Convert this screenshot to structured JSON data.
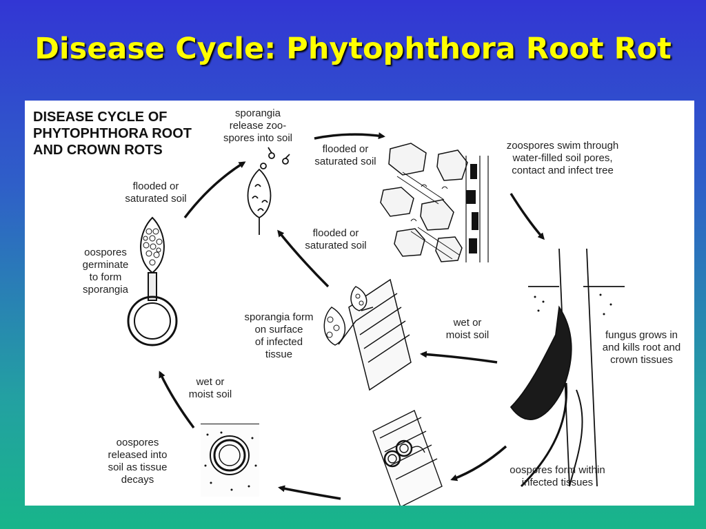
{
  "slide": {
    "title": "Disease Cycle: Phytophthora Root Rot"
  },
  "diagram": {
    "heading": "DISEASE CYCLE OF\nPHYTOPHTHORA ROOT\nAND CROWN ROTS",
    "labels": {
      "sporangia_release": "sporangia\nrelease zoo-\nspores into soil",
      "flooded_top_right": "flooded or\nsaturated soil",
      "zoospores_swim": "zoospores swim through\nwater-filled soil pores,\ncontact and infect tree",
      "flooded_top_left": "flooded or\nsaturated soil",
      "flooded_center": "flooded or\nsaturated soil",
      "oospores_germinate": "oospores\ngerminate\nto form\nsporangia",
      "sporangia_form": "sporangia form\non surface\nof infected\ntissue",
      "wet_moist_center": "wet or\nmoist soil",
      "fungus_grows": "fungus grows in\nand kills root and\ncrown tissues",
      "wet_moist_left": "wet or\nmoist soil",
      "oospores_released": "oospores\nreleased into\nsoil as tissue\ndecays",
      "oospores_form": "oospores form within\ninfected tissues"
    }
  },
  "colors": {
    "title": "#ffff00",
    "background_top": "#3236d4",
    "background_bottom": "#18b58a"
  }
}
